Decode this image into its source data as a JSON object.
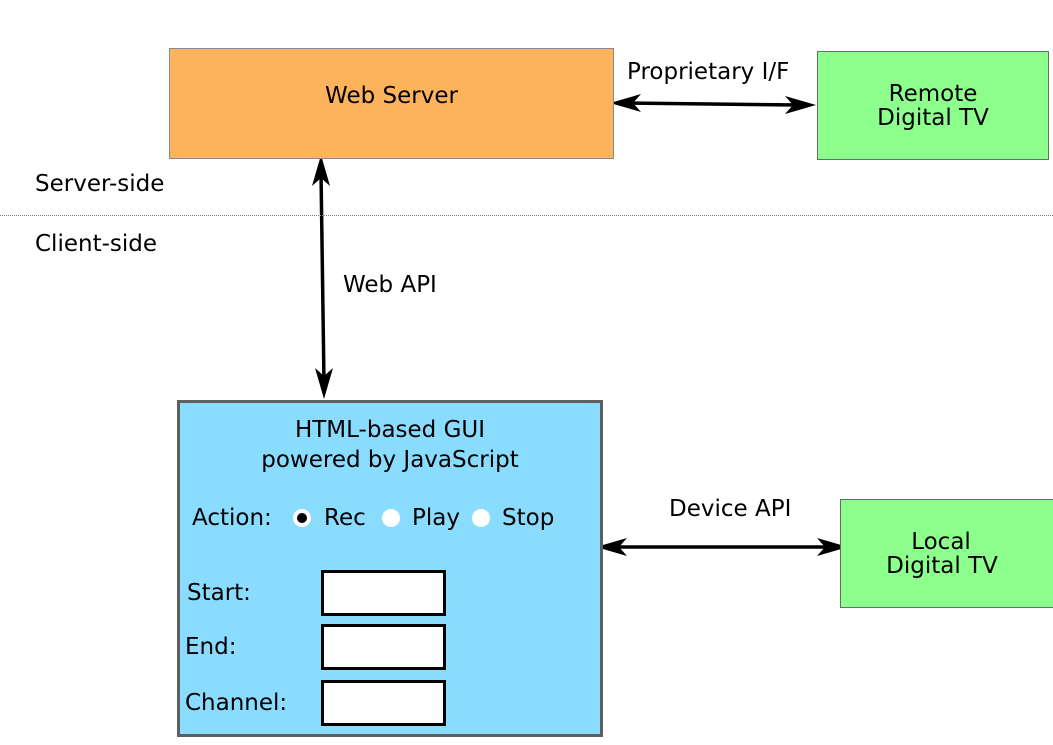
{
  "nodes": {
    "web_server": {
      "label": "Web Server"
    },
    "remote_tv": {
      "line1": "Remote",
      "line2": "Digital TV"
    },
    "local_tv": {
      "line1": "Local",
      "line2": "Digital TV"
    }
  },
  "zones": {
    "server_side": "Server-side",
    "client_side": "Client-side"
  },
  "connections": {
    "proprietary": "Proprietary I/F",
    "web_api": "Web API",
    "device_api": "Device API"
  },
  "gui": {
    "title_line1": "HTML-based GUI",
    "title_line2": "powered by JavaScript",
    "action_label": "Action:",
    "options": [
      {
        "label": "Rec",
        "selected": true
      },
      {
        "label": "Play",
        "selected": false
      },
      {
        "label": "Stop",
        "selected": false
      }
    ],
    "fields": {
      "start_label": "Start:",
      "end_label": "End:",
      "channel_label": "Channel:"
    }
  },
  "colors": {
    "server": "#fdb35c",
    "tv": "#8cff8c",
    "client": "#8adcff",
    "arrow": "#000000"
  }
}
